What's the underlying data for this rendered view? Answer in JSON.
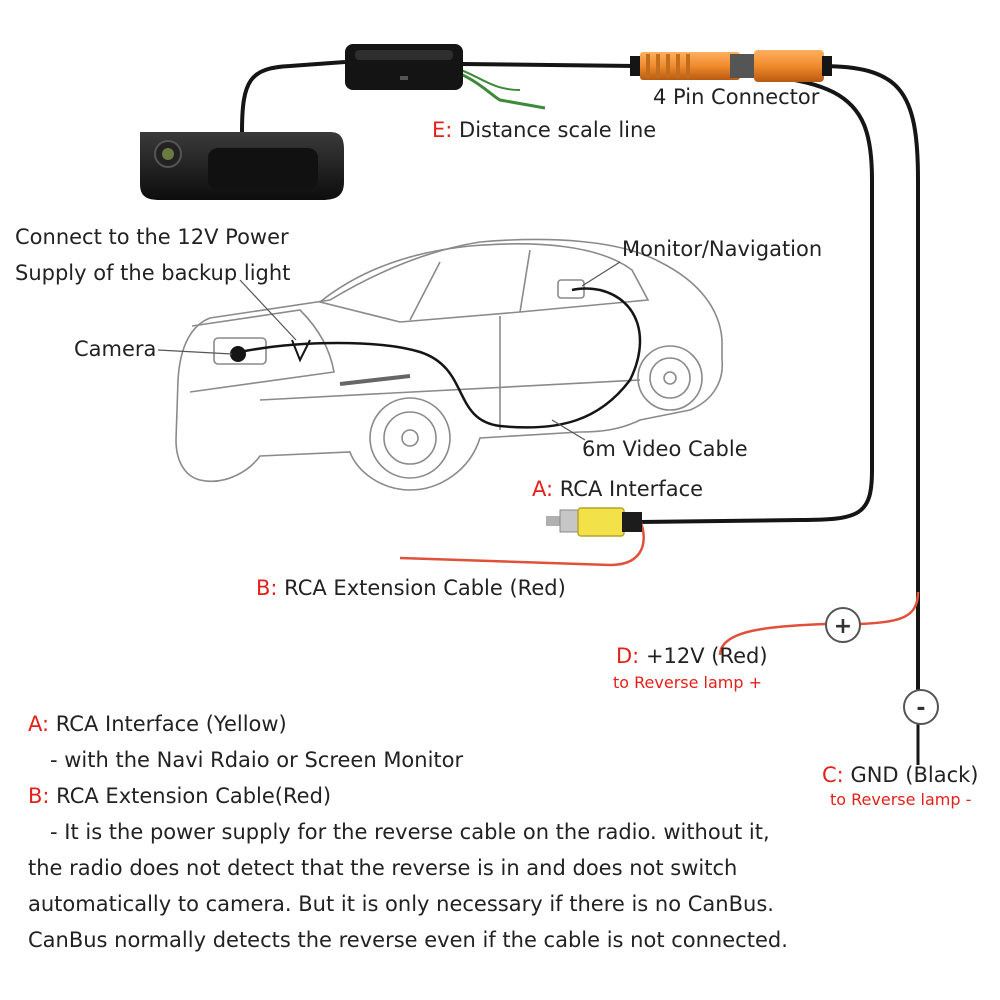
{
  "labels": {
    "connector": "4 Pin Connector",
    "e_letter": "E:",
    "e_text": "Distance scale line",
    "power_line1": "Connect to the 12V Power",
    "power_line2": "Supply of the backup light",
    "monitor": "Monitor/Navigation",
    "camera": "Camera",
    "video_cable": "6m Video Cable",
    "a_letter": "A:",
    "a_text": "RCA Interface",
    "b_letter": "B:",
    "b_text": "RCA Extension Cable (Red)",
    "d_letter": "D:",
    "d_text": "+12V (Red)",
    "d_sub": "to Reverse lamp +",
    "c_letter": "C:",
    "c_text": "GND (Black)",
    "c_sub": "to Reverse lamp -",
    "plus_symbol": "+",
    "minus_symbol": "-"
  },
  "notes": {
    "a_letter": "A:",
    "a_title": "RCA Interface (Yellow)",
    "a_detail": "- with the Navi Rdaio or Screen Monitor",
    "b_letter": "B:",
    "b_title": "RCA Extension Cable(Red)",
    "b_line1": "- It is the power supply for the reverse cable on the radio. without it,",
    "b_line2": "the radio does not detect that the reverse is in and does not switch",
    "b_line3": "automatically to camera. But it is only necessary if there is no CanBus.",
    "b_line4": "CanBus normally detects the reverse even if the cable is not connected."
  },
  "colors": {
    "label_accent": "#e3211c",
    "rca_yellow": "#f3e14a",
    "connector_orange": "#f08a2c",
    "red_wire": "#e0503a",
    "cable_black": "#151515",
    "green_wire": "#3f8a3a"
  }
}
